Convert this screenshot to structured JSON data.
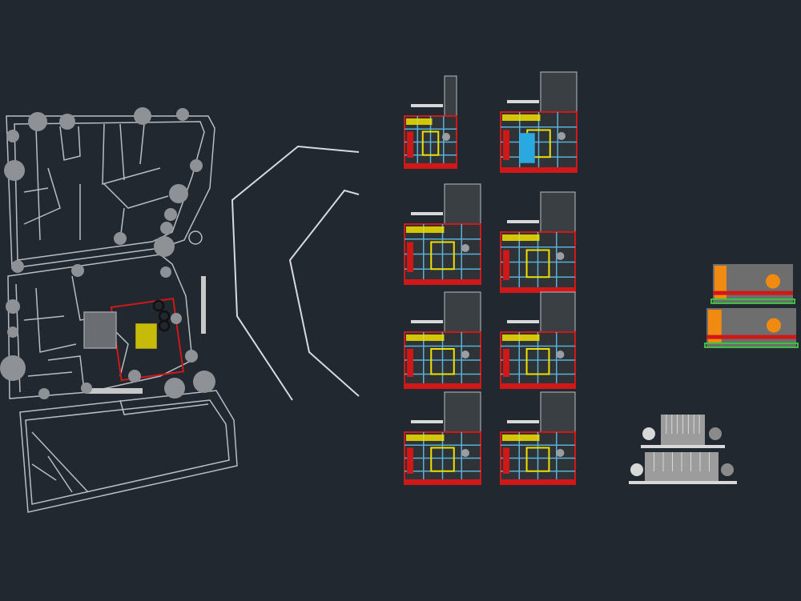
{
  "viewport": {
    "background": "#212830"
  },
  "colors": {
    "linework": "#b9bdc1",
    "tree": "#8e9296",
    "wall": "#d01818",
    "highlight": "#f0e000",
    "grid": "#5ab0d8",
    "pool": "#2aa8e0",
    "furniture": "#9a9ea2",
    "orange": "#f08a10",
    "ground": "#3cc040",
    "elevation_gray": "#9c9c9c",
    "elevation_light": "#d8d8d8"
  },
  "sheets": {
    "site_plan": "site-plan",
    "river": "river-outline",
    "floor_plans": 8,
    "sections": 2,
    "elevations": 2
  }
}
